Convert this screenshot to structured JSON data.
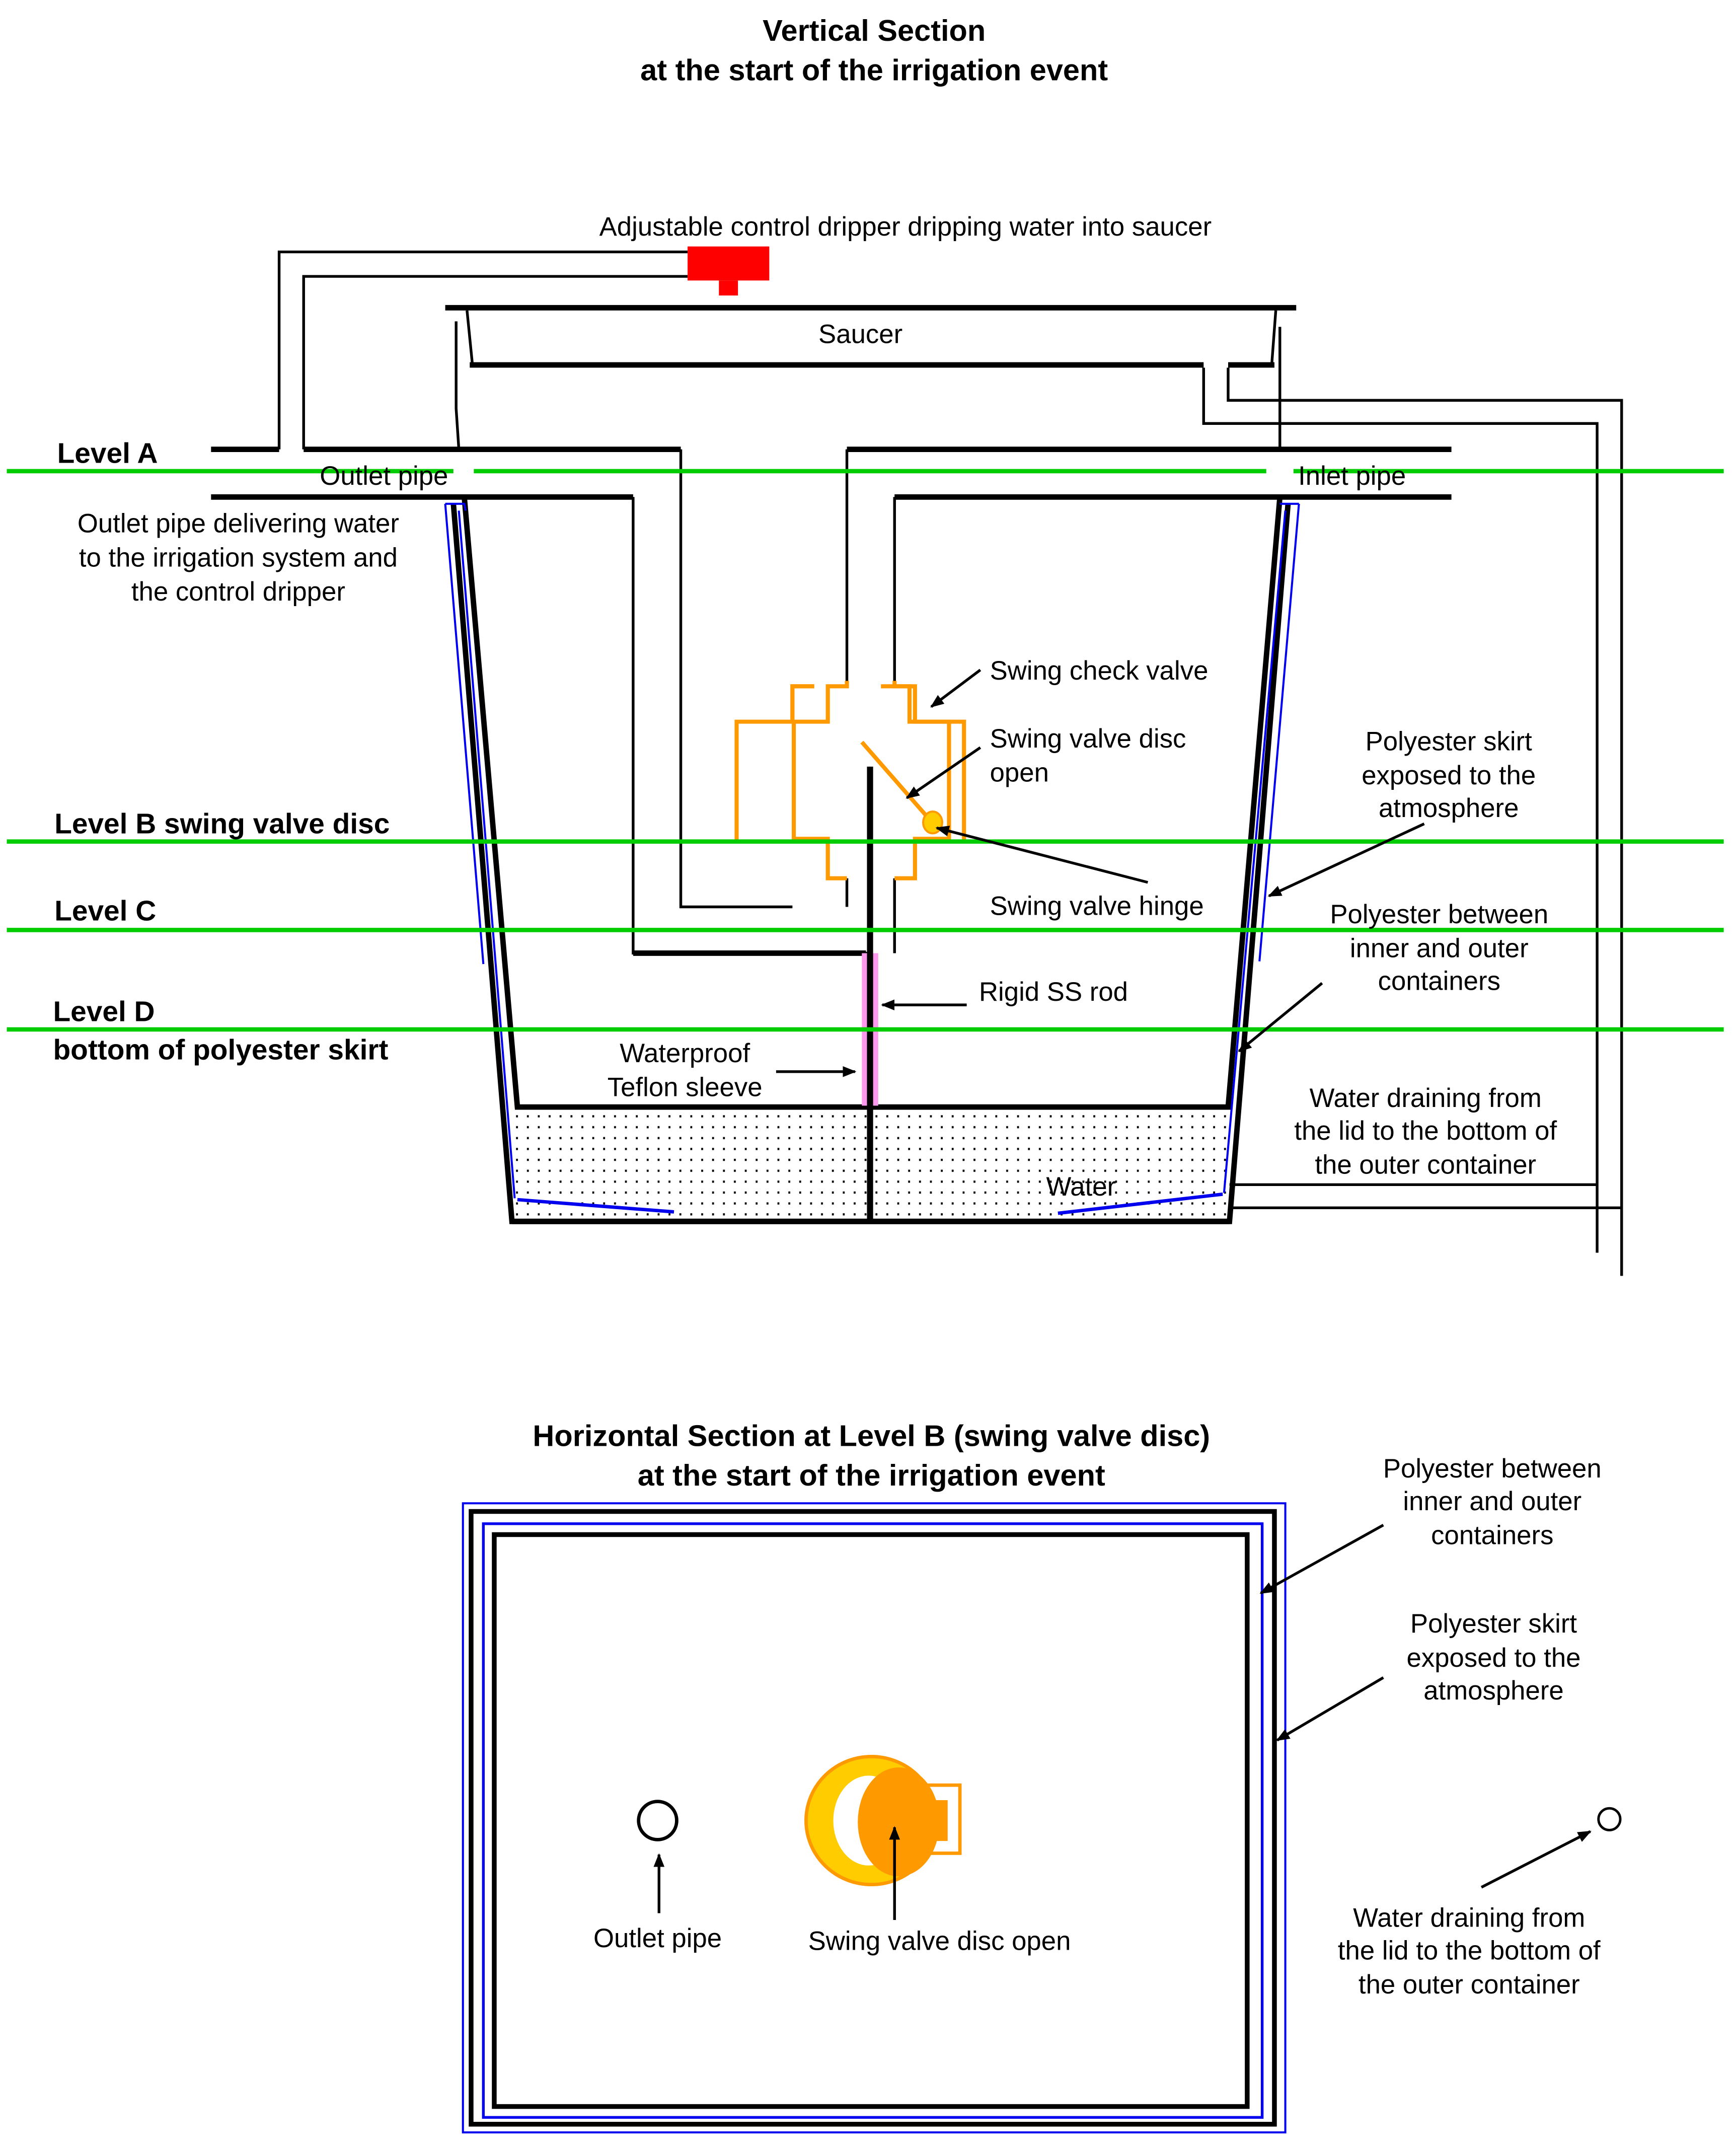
{
  "vertical_section": {
    "title_line1": "Vertical Section",
    "title_line2": "at the start of the irrigation event",
    "levels": {
      "a": "Level A",
      "b": "Level B swing valve disc",
      "c": "Level C",
      "d_line1": "Level D",
      "d_line2": "bottom of polyester skirt"
    },
    "labels": {
      "dripper": "Adjustable control dripper dripping water into saucer",
      "saucer": "Saucer",
      "outlet_pipe": "Outlet pipe",
      "inlet_pipe": "Inlet pipe",
      "outlet_desc_line1": "Outlet pipe delivering water",
      "outlet_desc_line2": "to the irrigation  system and",
      "outlet_desc_line3": "the control dripper",
      "swing_check_valve": "Swing check valve",
      "disc_open_line1": "Swing valve disc",
      "disc_open_line2": "open",
      "hinge": "Swing valve hinge",
      "skirt_line1": "Polyester skirt",
      "skirt_line2": "exposed to the",
      "skirt_line3": "atmosphere",
      "between_line1": "Polyester between",
      "between_line2": "inner and outer",
      "between_line3": "containers",
      "rod": "Rigid SS rod",
      "sleeve_line1": "Waterproof",
      "sleeve_line2": "Teflon sleeve",
      "water": "Water",
      "drain_line1": "Water draining from",
      "drain_line2": "the lid to the bottom of",
      "drain_line3": "the outer container"
    }
  },
  "horizontal_section": {
    "title_line1": "Horizontal Section at Level B (swing valve disc)",
    "title_line2": "at the start of the irrigation event",
    "labels": {
      "between_line1": "Polyester between",
      "between_line2": "inner and outer",
      "between_line3": "containers",
      "skirt_line1": "Polyester skirt",
      "skirt_line2": "exposed to the",
      "skirt_line3": "atmosphere",
      "outlet_pipe": "Outlet pipe",
      "disc_open": "Swing valve disc open",
      "drain_line1": "Water draining from",
      "drain_line2": "the lid to the bottom of",
      "drain_line3": "the outer container"
    }
  },
  "colors": {
    "level_line": "#00cc00",
    "polyester": "#0000ee",
    "dripper": "#ff0000",
    "valve": "#ff9900",
    "hinge": "#ffcc00",
    "teflon_sleeve": "#ff99ee"
  }
}
